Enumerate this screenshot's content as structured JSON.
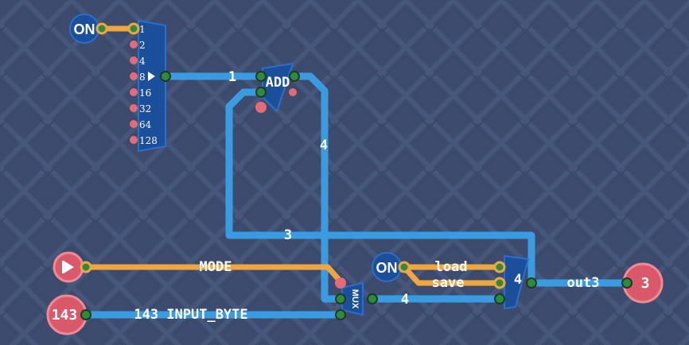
{
  "background_color": "#3d4c6e",
  "colors": {
    "wire_value": "#3b9be0",
    "wire_bit": "#f0a640",
    "pin": "#2f8a3c",
    "io": "#d9596a",
    "component": "#1b4f9c"
  },
  "on_switch_top": {
    "label": "ON"
  },
  "byte_maker": {
    "bits": [
      "1",
      "2",
      "4",
      "8",
      "16",
      "32",
      "64",
      "128"
    ],
    "selected": "8"
  },
  "add_gate": {
    "label": "ADD"
  },
  "wire_labels": {
    "one": "1",
    "four_vertical": "4",
    "three": "3",
    "mode": "MODE",
    "four_bottom": "4",
    "input_byte": "143 INPUT_BYTE",
    "load": "load",
    "save": "save"
  },
  "mux": {
    "label": "MUX"
  },
  "on_switch_mid": {
    "label": "ON"
  },
  "register": {
    "value": "4",
    "output_label": "out3"
  },
  "mode_input": {
    "icon": "play-icon"
  },
  "input_value": {
    "value": "143"
  },
  "output_value": {
    "value": "3"
  }
}
